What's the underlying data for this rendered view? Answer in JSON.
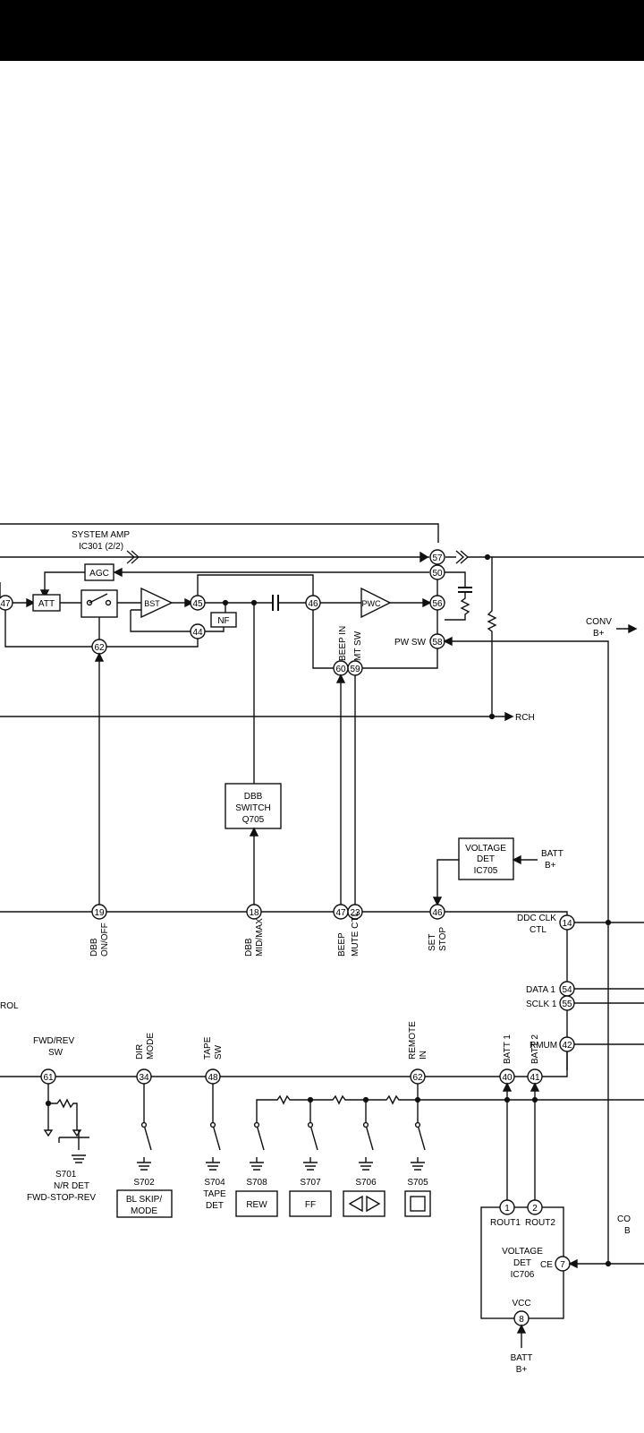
{
  "top_bar_color": "#000000",
  "line_color": "#111111",
  "system_amp": {
    "title": "SYSTEM AMP",
    "ic": "IC301 (2/2)"
  },
  "blocks": {
    "agc": "AGC",
    "att": "ATT",
    "bst": "BST",
    "pwc": "PWC",
    "nf": "NF",
    "dbb_switch": [
      "DBB",
      "SWITCH",
      "Q705"
    ],
    "voltage_det_705": [
      "VOLTAGE",
      "DET",
      "IC705"
    ],
    "voltage_det_706": [
      "VOLTAGE",
      "DET",
      "IC706"
    ]
  },
  "pins": {
    "p57": "57",
    "p50": "50",
    "p47": "47",
    "p45": "45",
    "p46a": "46",
    "p56": "56",
    "p44": "44",
    "p58": "58",
    "p62a": "62",
    "p60": "60",
    "p59": "59",
    "p19": "19",
    "p18": "18",
    "p47b": "47",
    "p23": "23",
    "p46b": "46",
    "p14": "14",
    "p54": "54",
    "p55": "55",
    "p42": "42",
    "p61": "61",
    "p34": "34",
    "p48": "48",
    "p62b": "62",
    "p40": "40",
    "p41": "41",
    "p1": "1",
    "p2": "2",
    "p7": "7",
    "p8": "8"
  },
  "labels": {
    "conv_b": [
      "CONV",
      "B+"
    ],
    "pw_sw": "PW SW",
    "beep_in": "BEEP IN",
    "mt_sw": "MT SW",
    "rch": "RCH",
    "batt_b_top": [
      "BATT",
      "B+"
    ],
    "dbb_onoff": [
      "DBB",
      "ON/OFF"
    ],
    "dbb_midmax": [
      "DBB",
      "MID/MAX"
    ],
    "beep_mute": [
      "BEEP",
      "MUTE CTL"
    ],
    "set_stop": [
      "SET",
      "STOP"
    ],
    "ddc_clk": [
      "DDC CLK",
      "CTL"
    ],
    "data1": "DATA 1",
    "sclk1": "SCLK 1",
    "rmum": "RMUM",
    "rol": "ROL",
    "fwd_rev": [
      "FWD/REV",
      "SW"
    ],
    "dir_mode": [
      "DIR",
      "MODE"
    ],
    "tape_sw": [
      "TAPE",
      "SW"
    ],
    "remote_in": [
      "REMOTE",
      "IN"
    ],
    "batt1": "BATT 1",
    "batt2": "BATT 2",
    "co_b": [
      "CO",
      "B"
    ],
    "rout1": "ROUT1",
    "rout2": "ROUT2",
    "ce": "CE",
    "vcc": "VCC",
    "batt_b_bottom": [
      "BATT",
      "B+"
    ]
  },
  "switches": {
    "s701": [
      "S701",
      "N/R DET",
      "FWD-STOP-REV"
    ],
    "s702": [
      "S702",
      "BL SKIP/",
      "MODE"
    ],
    "s704": [
      "S704",
      "TAPE",
      "DET"
    ],
    "s708": [
      "S708",
      "REW"
    ],
    "s707": [
      "S707",
      "FF"
    ],
    "s706": "S706",
    "s705": "S705"
  }
}
